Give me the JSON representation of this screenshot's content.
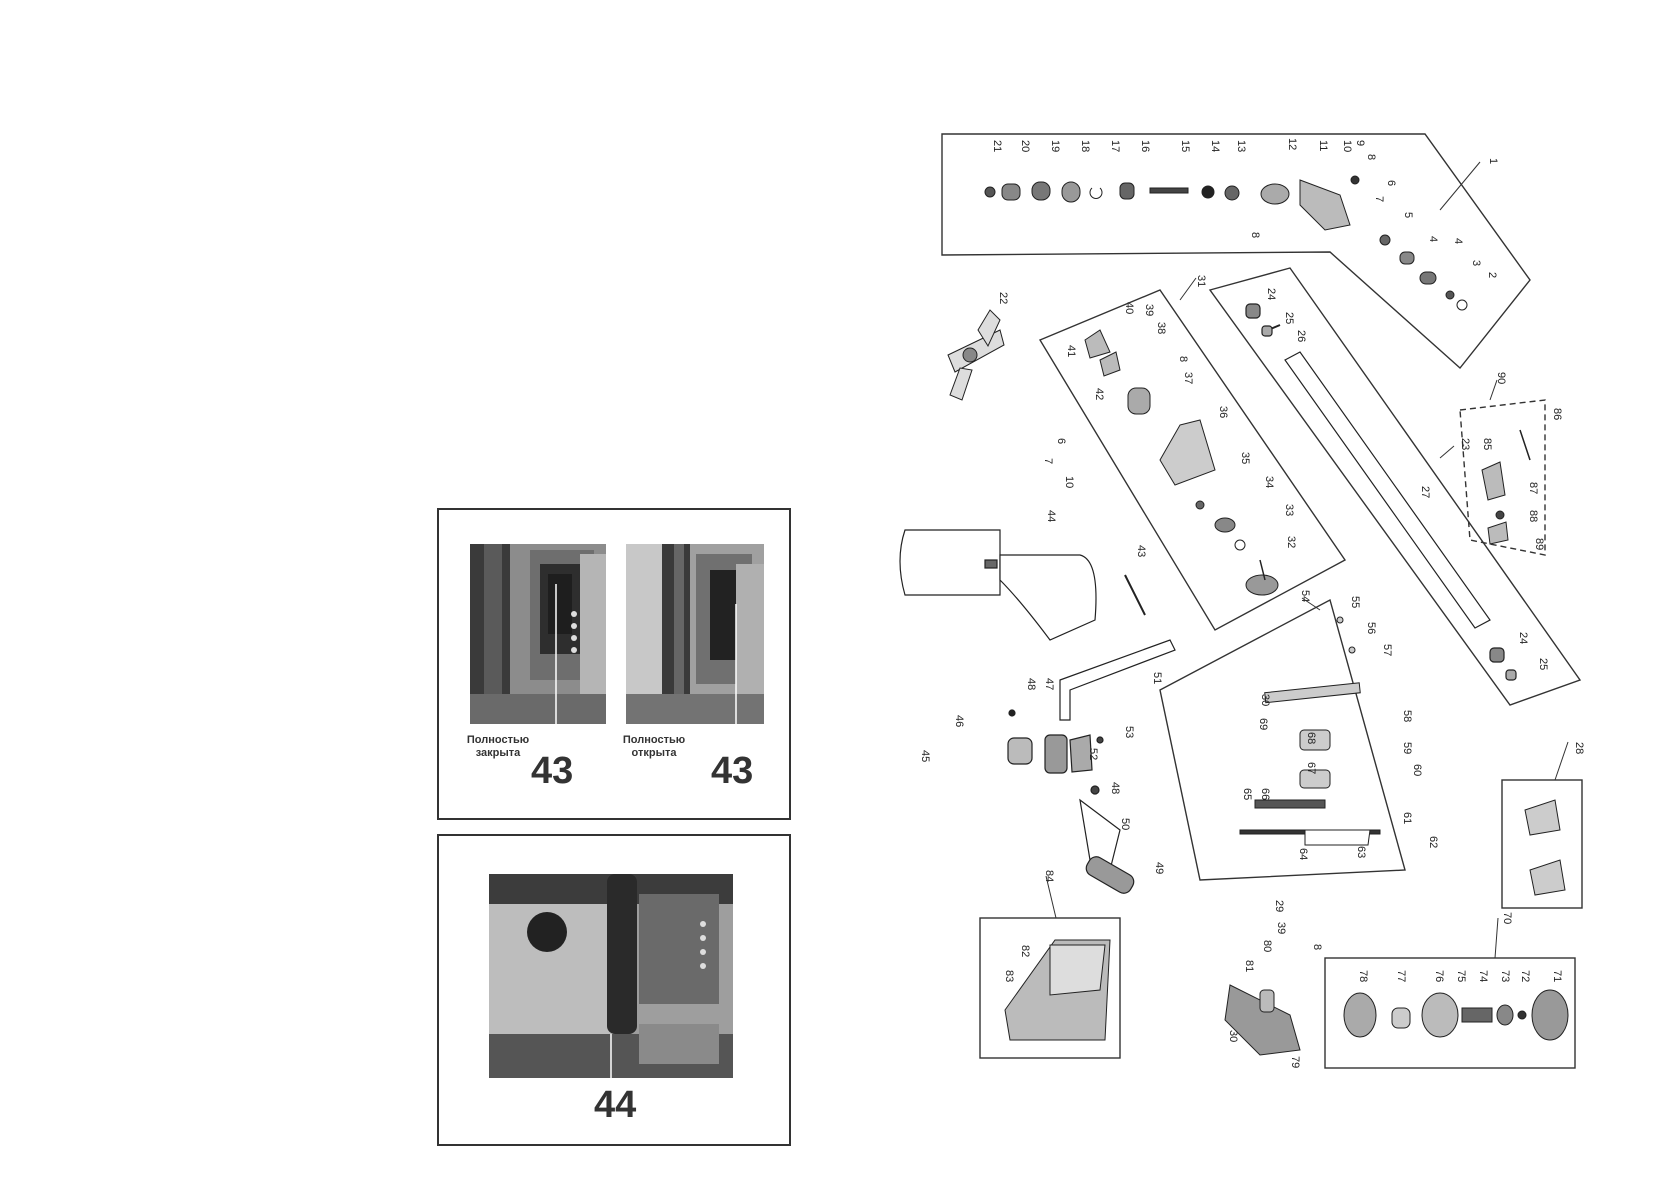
{
  "photo_panel_1": {
    "left_caption": "Полностью закрыта",
    "left_number": "43",
    "right_caption": "Полностью открыта",
    "right_number": "43"
  },
  "photo_panel_2": {
    "number": "44"
  },
  "exploded_diagram": {
    "part_numbers": [
      "1",
      "2",
      "3",
      "4",
      "5",
      "6",
      "7",
      "8",
      "9",
      "10",
      "11",
      "12",
      "13",
      "14",
      "15",
      "16",
      "17",
      "18",
      "19",
      "20",
      "21",
      "22",
      "23",
      "24",
      "25",
      "26",
      "27",
      "28",
      "29",
      "30",
      "31",
      "32",
      "33",
      "34",
      "35",
      "36",
      "37",
      "38",
      "39",
      "40",
      "41",
      "42",
      "43",
      "44",
      "45",
      "46",
      "47",
      "48",
      "49",
      "50",
      "51",
      "52",
      "53",
      "54",
      "55",
      "56",
      "57",
      "58",
      "59",
      "60",
      "61",
      "62",
      "63",
      "64",
      "65",
      "66",
      "67",
      "68",
      "69",
      "70",
      "71",
      "72",
      "73",
      "74",
      "75",
      "76",
      "77",
      "78",
      "79",
      "80",
      "81",
      "82",
      "83",
      "84",
      "85",
      "86",
      "87",
      "88",
      "89",
      "90"
    ]
  }
}
